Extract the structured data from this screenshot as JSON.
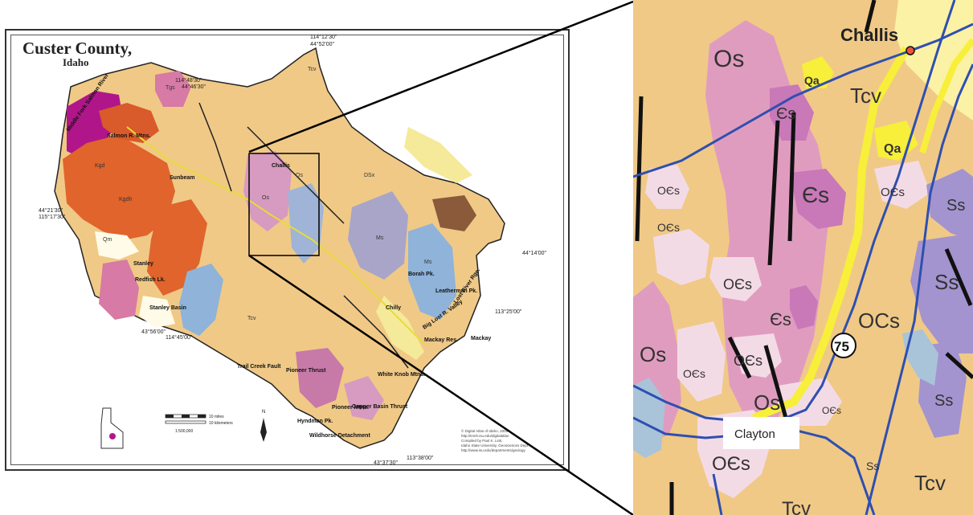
{
  "overview_map": {
    "title": "Custer County,",
    "subtitle": "Idaho",
    "coordinates": [
      "114°12'30\"",
      "44°52'00\"",
      "114°48'30\"",
      "44°46'30\"",
      "44°21'30\"",
      "115°17'30\"",
      "44°14'00\"",
      "113°25'00\"",
      "43°56'00\"",
      "114°45'00\"",
      "43°37'30\"",
      "113°38'00\""
    ],
    "place_labels": [
      "Challis",
      "Salmon R. Mtns.",
      "Sunbeam",
      "Stanley",
      "Redfish Lk.",
      "Stanley Basin",
      "Borah Pk.",
      "Leatherman Pk.",
      "Chilly",
      "Mackay Res.",
      "Mackay",
      "Trail Creek Fault",
      "Pioneer Thrust",
      "Hyndman Pk.",
      "Wildhorse Detachment",
      "Pioneer Mtns.",
      "Copper Basin Thrust",
      "White Knob Mtns.",
      "Lost River Rge.",
      "Big Lost R. Valley",
      "Middle Fork Salmon River"
    ],
    "unit_labels": [
      "Tcv",
      "Kgd",
      "Kgdh",
      "Tgs",
      "Qs",
      "Ms",
      "Qm",
      "Os",
      "DSx",
      "Ms",
      "Tcv"
    ],
    "scale_miles": "10 miles",
    "scale_km": "10 kilometers",
    "scale_ratio": "1:500,000",
    "north": "N",
    "credits": [
      "© Digital Atlas of Idaho, 2002",
      "http://imnh.isu.edu/digitalatlas",
      "Compiled by Paul K. Link,",
      "Idaho State University, Geosciences Dept.",
      "http://www.isu.edu/departments/geology"
    ]
  },
  "detail_map": {
    "city_label": "Challis",
    "highway_shield": "75",
    "callout_label": "Clayton",
    "colors": {
      "tcv": "#f0c987",
      "os": "#e09cbf",
      "ocs": "#f3dbe6",
      "cs": "#c978b8",
      "ss": "#a394cf",
      "qa": "#f7ef3a",
      "road": "#2f4fb0",
      "road_yellow": "#f7ef3a"
    },
    "unit_labels": {
      "os1": "Os",
      "os2": "Os",
      "os3": "Os",
      "cs1": "Єs",
      "cs2": "Єs",
      "cs3": "Єs",
      "tcv1": "Tcv",
      "tcv2": "Tcv",
      "tcv3": "Tcv",
      "qa1": "Qa",
      "qa2": "Qa",
      "ocs1": "OЄs",
      "ocs2": "OЄs",
      "ocs3": "OЄs",
      "ocs4": "OЄs",
      "ocs5": "OЄs",
      "ocs6": "OЄs",
      "ocs7": "OЄs",
      "ocs8": "OЄs",
      "ocs_big": "OCs",
      "ss1": "Ss",
      "ss2": "Ss",
      "ss3": "Ss",
      "ss4": "Ss"
    }
  }
}
